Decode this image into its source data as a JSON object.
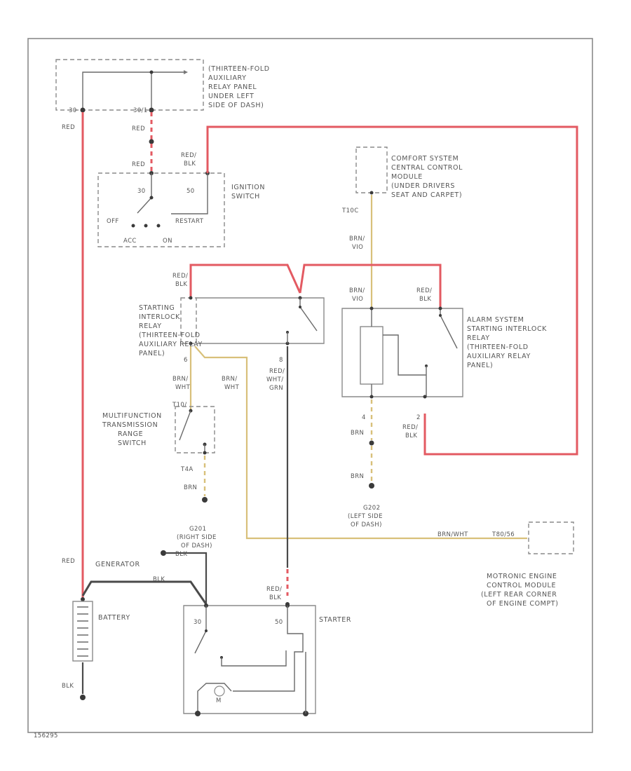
{
  "page": {
    "figure_id": "156295"
  },
  "components": {
    "aux_relay_panel": {
      "label_lines": [
        "(THIRTEEN-FOLD",
        "AUXILIARY",
        "RELAY PANEL",
        "UNDER LEFT",
        "SIDE OF DASH)"
      ],
      "terminal_left": "30",
      "terminal_right": "30/1"
    },
    "ignition_switch": {
      "label_lines": [
        "IGNITION",
        "SWITCH"
      ],
      "positions": {
        "p30": "30",
        "p50": "50",
        "off": "OFF",
        "restart": "RESTART",
        "acc": "ACC",
        "on": "ON"
      }
    },
    "comfort_module": {
      "label_lines": [
        "COMFORT SYSTEM",
        "CENTRAL CONTROL",
        "MODULE",
        "(UNDER DRIVERS",
        "SEAT AND CARPET)"
      ]
    },
    "starting_interlock_relay": {
      "label_lines": [
        "STARTING",
        "INTERLOCK",
        "RELAY",
        "(THIRTEEN-FOLD",
        "AUXILIARY RELAY",
        "PANEL)"
      ]
    },
    "alarm_relay": {
      "label_lines": [
        "ALARM SYSTEM",
        "STARTING INTERLOCK",
        "RELAY",
        "(THIRTEEN-FOLD",
        "AUXILIARY RELAY",
        "PANEL)"
      ]
    },
    "multifunction_switch": {
      "label_lines": [
        "MULTIFUNCTION",
        "TRANSMISSION",
        "RANGE",
        "SWITCH"
      ]
    },
    "ground_g201": {
      "label_lines": [
        "G201",
        "(RIGHT SIDE",
        "OF DASH)"
      ]
    },
    "ground_g202": {
      "label_lines": [
        "G202",
        "(LEFT SIDE",
        "OF DASH)"
      ]
    },
    "motronic": {
      "label_lines": [
        "MOTRONIC ENGINE",
        "CONTROL MODULE",
        "(LEFT REAR CORNER",
        "OF ENGINE COMPT)"
      ]
    },
    "battery": {
      "label": "BATTERY"
    },
    "starter": {
      "label": "STARTER",
      "t30": "30",
      "t50": "50",
      "motor": "M"
    },
    "generator": {
      "label": "GENERATOR"
    }
  },
  "wires": {
    "red": "RED",
    "red_blk": [
      "RED/",
      "BLK"
    ],
    "brn": "BRN",
    "blk": "BLK",
    "t10c": "T10C",
    "brn_vio": [
      "BRN/",
      "VIO"
    ],
    "brn_wht": [
      "BRN/",
      "WHT"
    ],
    "red_wht_grn": [
      "RED/",
      "WHT/",
      "GRN"
    ],
    "t10": "T10/",
    "t4a": "T4A",
    "brnwht_t": "BRN/WHT",
    "t80_56": "T80/56",
    "pin_6": "6",
    "pin_4": "4",
    "pin_2": "2",
    "pin_8": "8"
  },
  "colors": {
    "red_wire": "#e35a62",
    "yellow_wire": "#d8c07a",
    "black_wire": "#4a4a4a",
    "outline": "#8a8a8a"
  }
}
